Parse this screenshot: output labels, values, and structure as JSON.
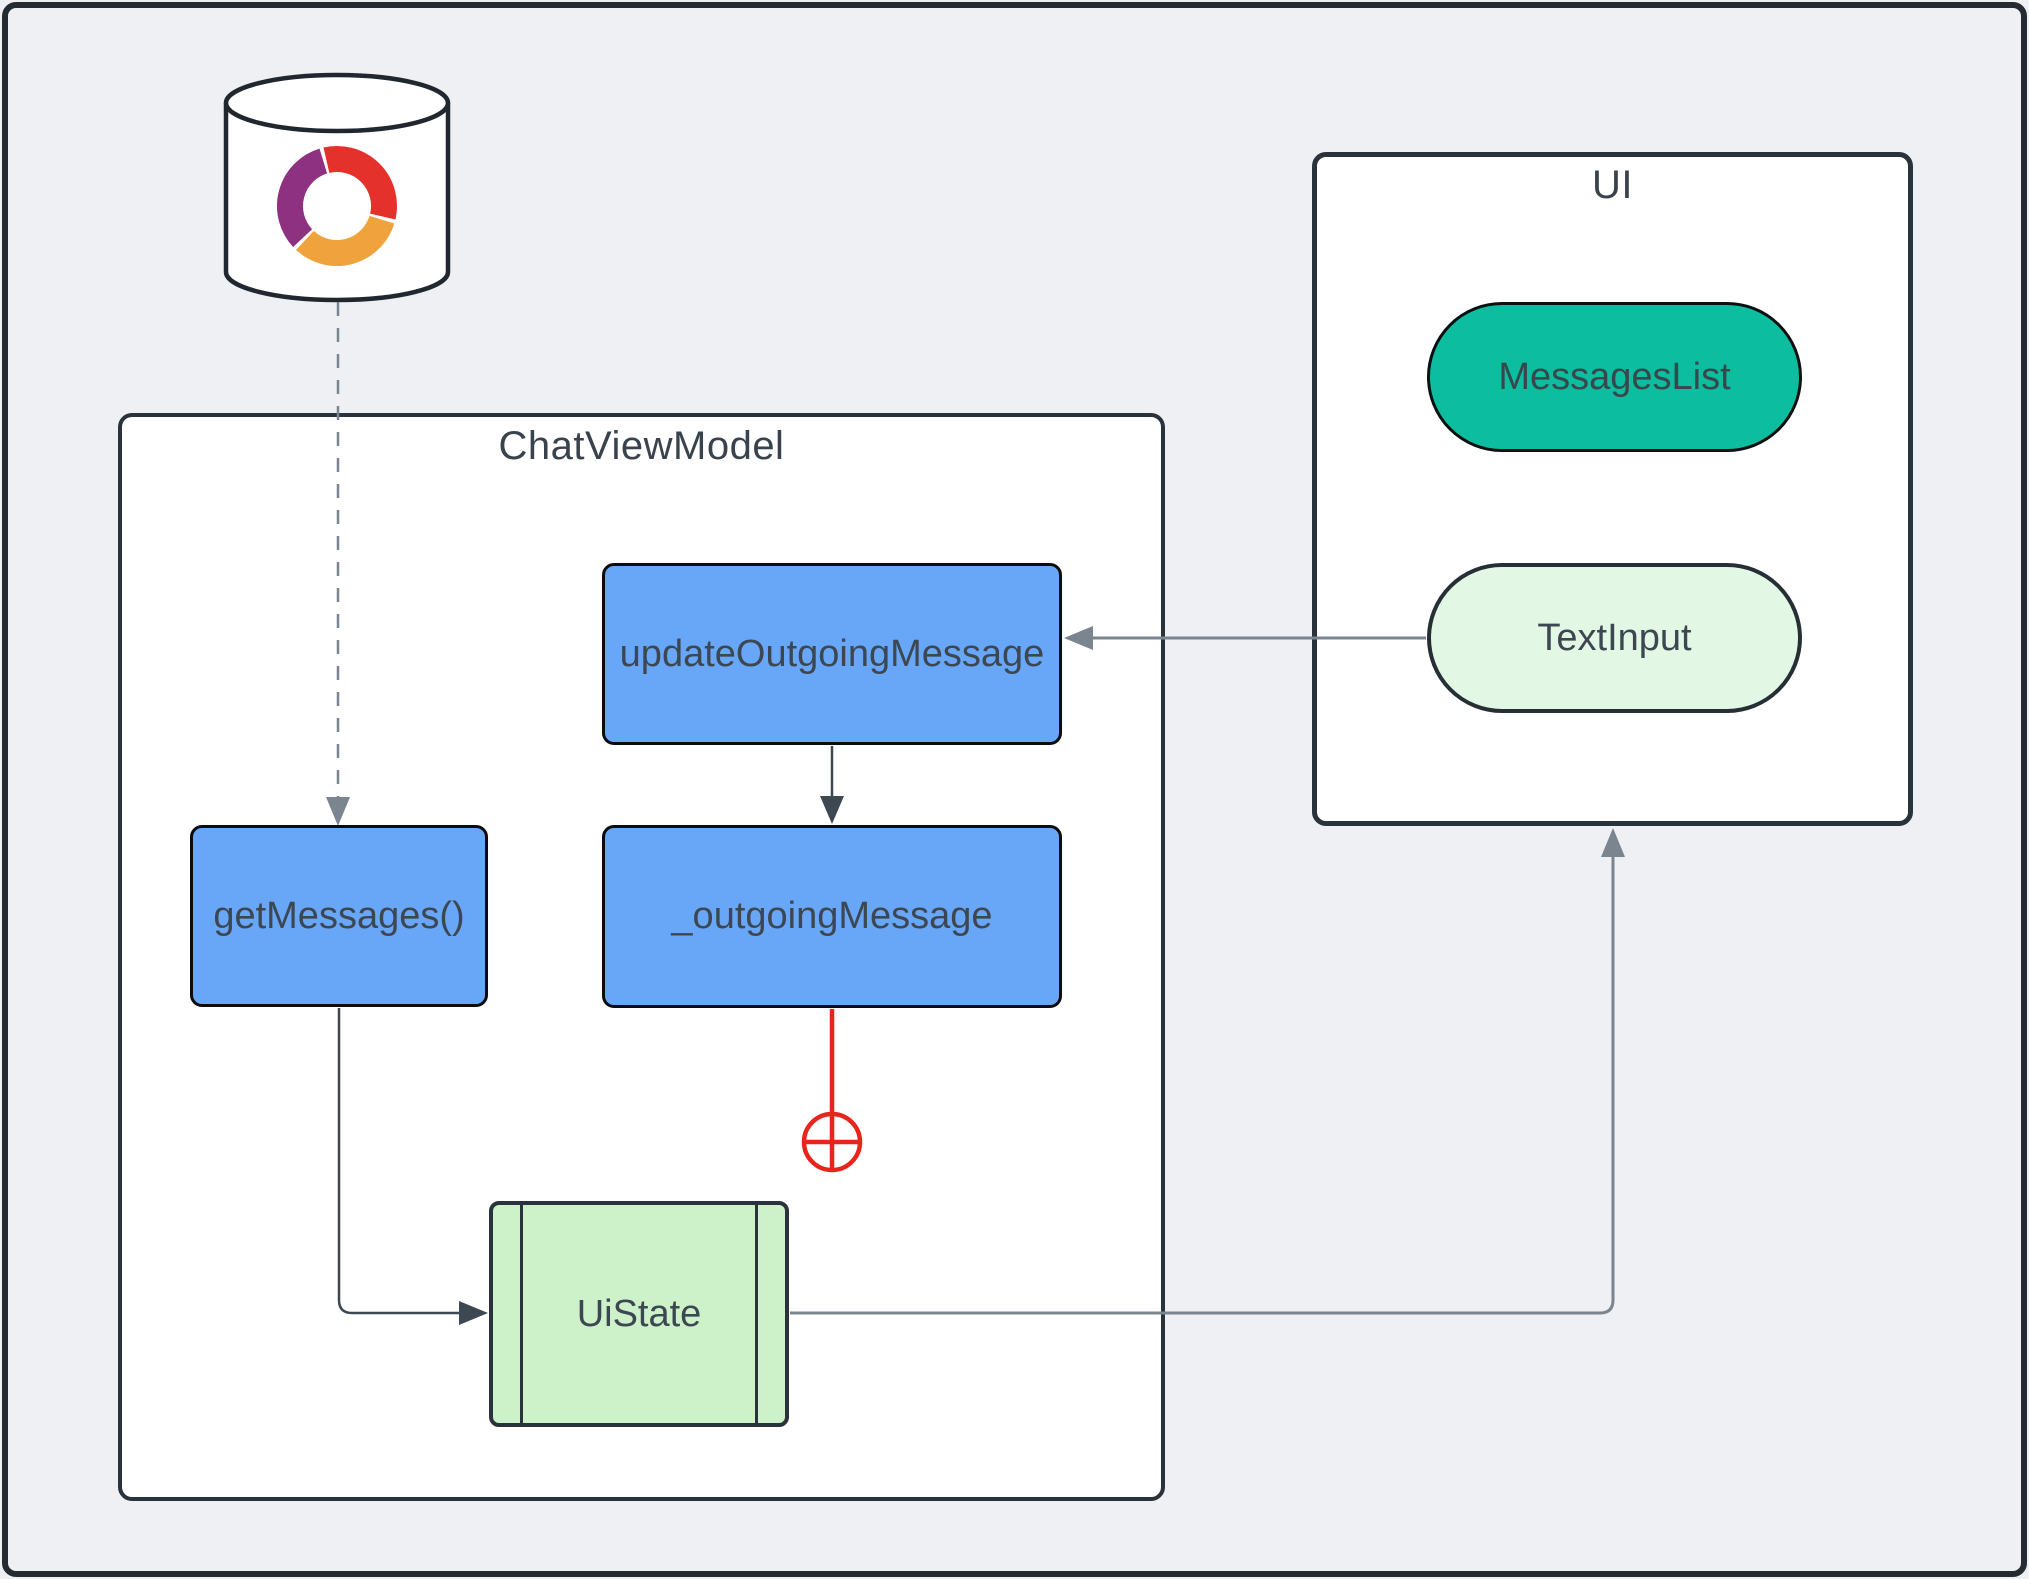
{
  "containers": {
    "chat_view_model": {
      "title": "ChatViewModel"
    },
    "ui": {
      "title": "UI"
    }
  },
  "nodes": {
    "database": {
      "label": "",
      "shape": "cylinder",
      "icon": "tri-color-swirl-logo"
    },
    "get_messages": {
      "label": "getMessages()"
    },
    "update_outgoing_message": {
      "label": "updateOutgoingMessage"
    },
    "outgoing_message": {
      "label": "_outgoingMessage"
    },
    "ui_state": {
      "label": "UiState",
      "shape": "process"
    },
    "messages_list": {
      "label": "MessagesList"
    },
    "text_input": {
      "label": "TextInput"
    }
  },
  "edges": [
    {
      "from": "database",
      "to": "get_messages",
      "style": "dashed",
      "arrow": "gray"
    },
    {
      "from": "text_input",
      "to": "update_outgoing_message",
      "style": "solid",
      "arrow": "gray"
    },
    {
      "from": "update_outgoing_message",
      "to": "outgoing_message",
      "style": "solid",
      "arrow": "dark"
    },
    {
      "from": "get_messages",
      "to": "ui_state",
      "style": "solid",
      "arrow": "dark"
    },
    {
      "from": "ui_state",
      "to": "ui",
      "style": "solid",
      "arrow": "gray"
    },
    {
      "from": "outgoing_message",
      "to": "circle-plus-terminator",
      "style": "solid",
      "arrow": "none"
    }
  ],
  "colors": {
    "bg": "#eef0f3",
    "frame_border": "#252b33",
    "container_border": "#2a323b",
    "node_blue": "#68a7f8",
    "green_light": "#cdf2c9",
    "green_pale": "#e3f8e4",
    "teal": "#0dbd9f",
    "gray_line": "#7a8590",
    "dark_line": "#3e4852",
    "red": "#e8251c",
    "logo_purple": "#8e3181",
    "logo_red": "#e5312b",
    "logo_amber": "#f0a33c"
  }
}
